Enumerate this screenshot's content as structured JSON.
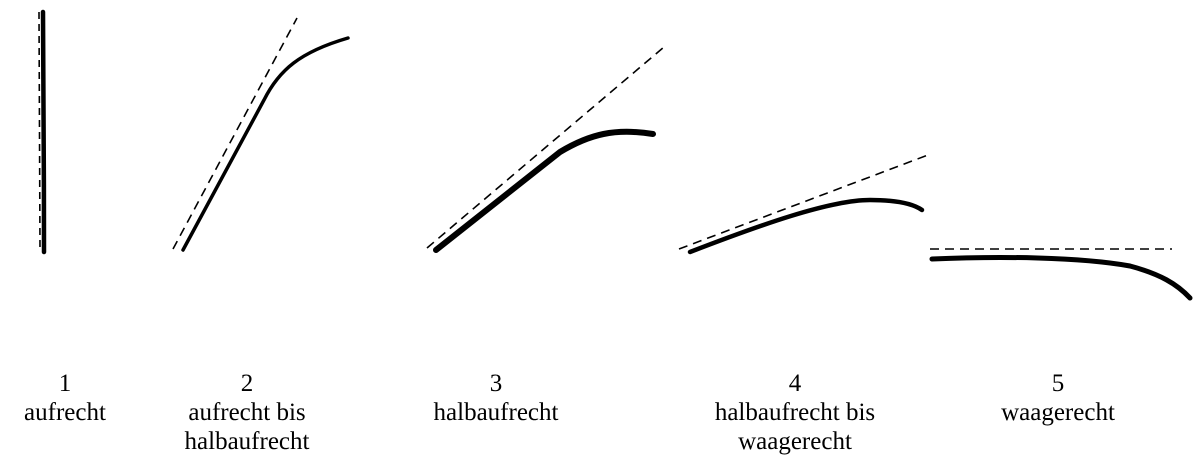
{
  "figure": {
    "items": [
      {
        "number": "1",
        "text_line1": "aufrecht",
        "text_line2": ""
      },
      {
        "number": "2",
        "text_line1": "aufrecht bis",
        "text_line2": "halbaufrecht"
      },
      {
        "number": "3",
        "text_line1": "halbaufrecht",
        "text_line2": ""
      },
      {
        "number": "4",
        "text_line1": "halbaufrecht bis",
        "text_line2": "waagerecht"
      },
      {
        "number": "5",
        "text_line1": "waagerecht",
        "text_line2": ""
      }
    ],
    "colors": {
      "stroke": "#000000",
      "background": "#ffffff"
    }
  }
}
